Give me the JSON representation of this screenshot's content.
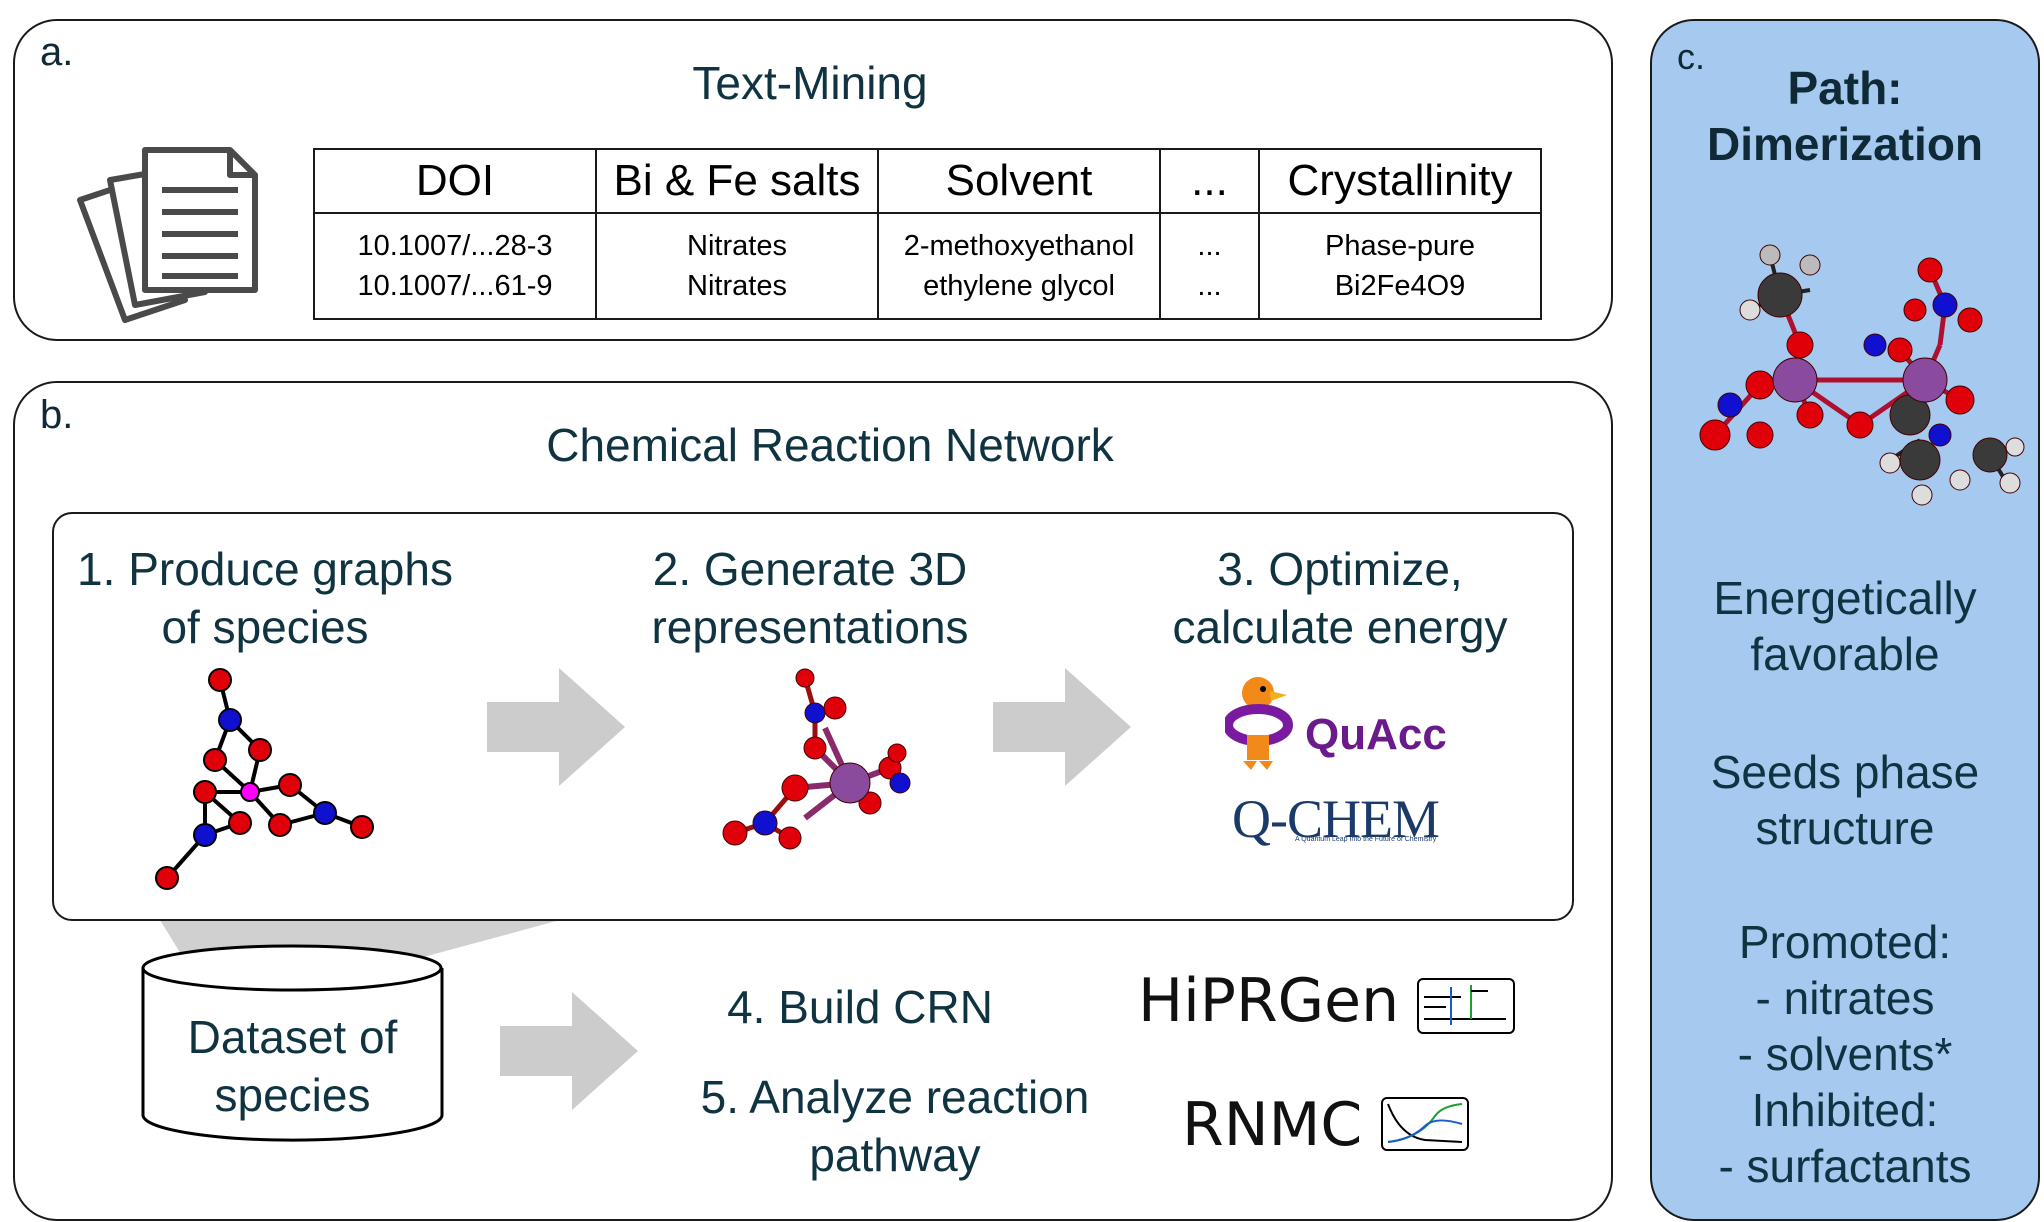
{
  "panel_a": {
    "letter": "a.",
    "title": "Text-Mining",
    "table": {
      "headers": [
        "DOI",
        "Bi & Fe salts",
        "Solvent",
        "...",
        "Crystallinity"
      ],
      "rows": [
        [
          "10.1007/...28-3",
          "Nitrates",
          "2-methoxyethanol",
          "...",
          "Phase-pure"
        ],
        [
          "10.1007/...61-9",
          "Nitrates",
          "ethylene glycol",
          "...",
          "Bi2Fe4O9"
        ]
      ]
    }
  },
  "panel_b": {
    "letter": "b.",
    "title": "Chemical Reaction Network",
    "step1": [
      "1. Produce graphs",
      "of species"
    ],
    "step2": [
      "2. Generate 3D",
      "representations"
    ],
    "step3": [
      "3. Optimize,",
      "calculate energy"
    ],
    "quacc_label": "QuAcc",
    "qchem_label": "Q-CHEM",
    "qchem_tagline": "A Quantum Leap Into the Future of Chemistry",
    "dataset": [
      "Dataset of",
      "species"
    ],
    "step4": "4. Build CRN",
    "step5": [
      "5. Analyze reaction",
      "pathway"
    ],
    "hiprgen_label": "HiPRGen",
    "rnmc_label": "RNMC"
  },
  "panel_c": {
    "letter": "c.",
    "title_line1": "Path:",
    "title_line2": "Dimerization",
    "energetic": [
      "Energetically",
      "favorable"
    ],
    "seeds": [
      "Seeds phase",
      "structure"
    ],
    "effects": [
      "Promoted:",
      "- nitrates",
      "- solvents*",
      "Inhibited:",
      "- surfactants"
    ]
  },
  "colors": {
    "panel_c_bg": "#a6c9ef",
    "title_text": "#0f3340",
    "arrow_gray": "#cccccc",
    "atom_red": "#e0000a",
    "atom_blue": "#1010d0",
    "atom_magenta": "#ff00ff",
    "atom_purple": "#8a4a9e",
    "quacc_purple": "#6a1a8a",
    "duck_orange": "#f28a1a"
  }
}
